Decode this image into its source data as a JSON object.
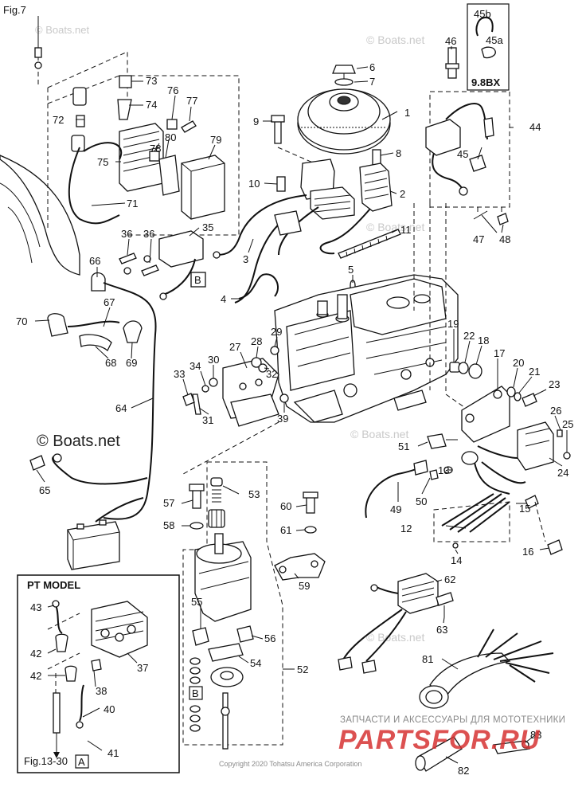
{
  "fig_ref_top": "Fig.7",
  "fig_ref_bottom": "Fig.13-30",
  "fig_ref_bottom_box": "A",
  "variant_label": "9.8BX",
  "pt_model_title": "PT   MODEL",
  "box_b_left": "B",
  "box_b_right": "B",
  "watermark_text": "© Boats.net",
  "brand_tagline": "ЗАПЧАСТИ И АКСЕССУАРЫ ДЛЯ МОТОТЕХНИКИ",
  "brand_name": "PARTSFOR.RU",
  "copyright": "Copyright 2020 Tohatsu America Corporation",
  "callouts": {
    "n1": "1",
    "n2": "2",
    "n3": "3",
    "n4": "4",
    "n5": "5",
    "n6": "6",
    "n7": "7",
    "n8": "8",
    "n9": "9",
    "n10": "10",
    "n11": "11",
    "n12": "12",
    "n13": "13",
    "n14": "14",
    "n15": "15",
    "n16": "16",
    "n17": "17",
    "n18": "18",
    "n19": "19",
    "n20": "20",
    "n21": "21",
    "n22": "22",
    "n23": "23",
    "n24": "24",
    "n25": "25",
    "n26": "26",
    "n27": "27",
    "n28": "28",
    "n29": "29",
    "n30": "30",
    "n31": "31",
    "n32": "32",
    "n33": "33",
    "n34": "34",
    "n35": "35",
    "n36a": "36",
    "n36b": "36",
    "n37": "37",
    "n38": "38",
    "n39": "39",
    "n40": "40",
    "n41": "41",
    "n42a": "42",
    "n42b": "42",
    "n43": "43",
    "n44": "44",
    "n45": "45",
    "n45a": "45a",
    "n45b": "45b",
    "n46": "46",
    "n47": "47",
    "n48": "48",
    "n49": "49",
    "n50": "50",
    "n51": "51",
    "n52": "52",
    "n53": "53",
    "n54": "54",
    "n55": "55",
    "n56": "56",
    "n57": "57",
    "n58": "58",
    "n59": "59",
    "n60": "60",
    "n61": "61",
    "n62": "62",
    "n63": "63",
    "n64": "64",
    "n65": "65",
    "n66": "66",
    "n67": "67",
    "n68": "68",
    "n69": "69",
    "n70": "70",
    "n71": "71",
    "n72": "72",
    "n73": "73",
    "n74": "74",
    "n75": "75",
    "n76": "76",
    "n77": "77",
    "n78": "78",
    "n79": "79",
    "n80": "80",
    "n81": "81",
    "n82": "82",
    "n83": "83"
  }
}
